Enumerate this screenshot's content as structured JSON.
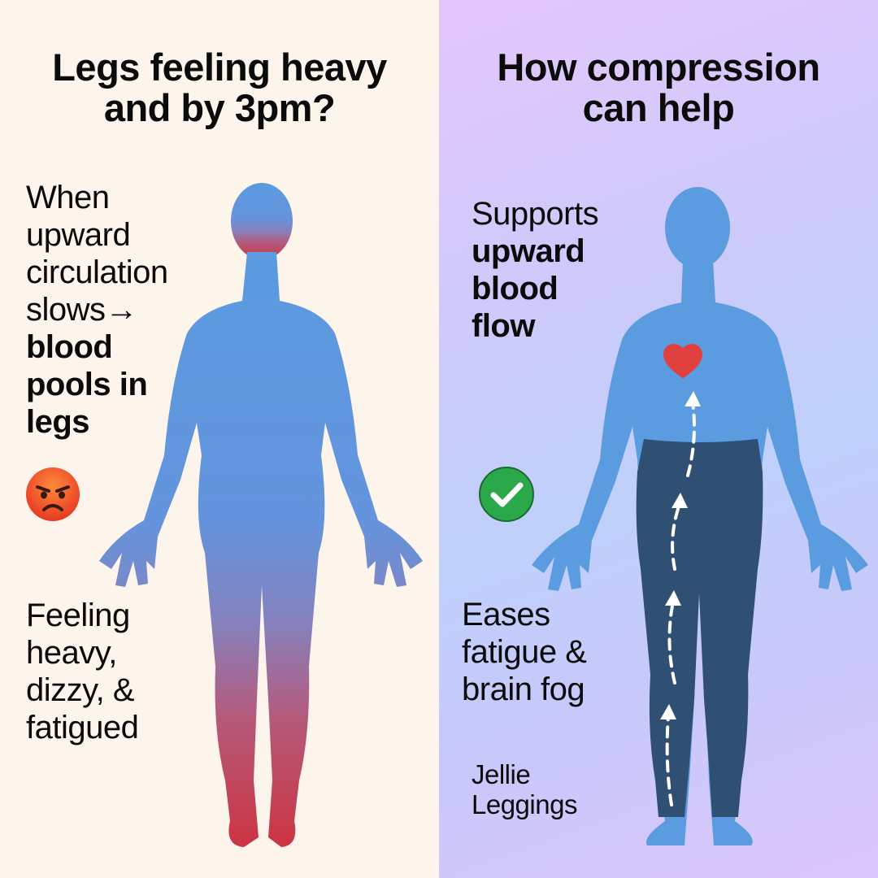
{
  "left": {
    "title_line1": "Legs feeling heavy",
    "title_line2": "and by 3pm?",
    "cause_l1": "When",
    "cause_l2": "upward",
    "cause_l3": "circulation",
    "cause_l4": "slows→",
    "cause_b1": "blood",
    "cause_b2": "pools in",
    "cause_b3": "legs",
    "emoji": "angry-face-icon",
    "symptom_l1": "Feeling",
    "symptom_l2": "heavy,",
    "symptom_l3": "dizzy, &",
    "symptom_l4": "fatigued"
  },
  "right": {
    "title_line1": "How compression",
    "title_line2": "can help",
    "benefit_l1": "Supports",
    "benefit_b1": "upward",
    "benefit_b2": "blood",
    "benefit_b3": "flow",
    "emoji": "check-mark-icon",
    "ease_l1": "Eases",
    "ease_l2": "fatigue &",
    "ease_l3": "brain fog",
    "brand_l1": "Jellie",
    "brand_l2": "Leggings"
  },
  "colors": {
    "left_bg": "#fdf4ec",
    "body_blue": "#5b9be0",
    "pool_red": "#cc3a4a",
    "leggings": "#2f4f73",
    "heart": "#e0413f",
    "check_green": "#2aa84a"
  }
}
